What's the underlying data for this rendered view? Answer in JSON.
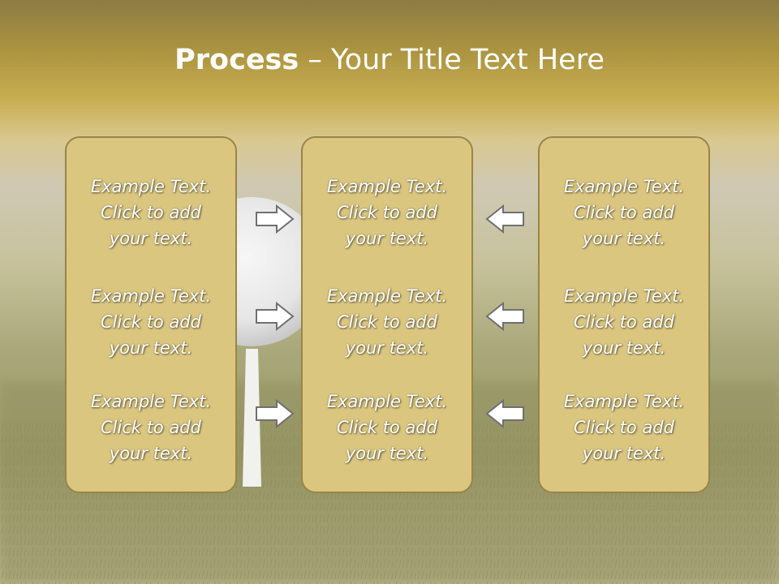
{
  "slide": {
    "title_bold": "Process",
    "title_rest": " – Your Title Text Here"
  },
  "columns": [
    {
      "items": [
        {
          "l1": "Example Text.",
          "l2": "Click  to add",
          "l3": "your text."
        },
        {
          "l1": "Example Text.",
          "l2": "Click  to add",
          "l3": "your text."
        },
        {
          "l1": "Example Text.",
          "l2": "Click  to add",
          "l3": "your text."
        }
      ]
    },
    {
      "items": [
        {
          "l1": "Example Text.",
          "l2": "Click  to add",
          "l3": "your text."
        },
        {
          "l1": "Example Text.",
          "l2": "Click  to add",
          "l3": "your text."
        },
        {
          "l1": "Example Text.",
          "l2": "Click  to add",
          "l3": "your text."
        }
      ]
    },
    {
      "items": [
        {
          "l1": "Example Text.",
          "l2": "Click  to add",
          "l3": "your text."
        },
        {
          "l1": "Example Text.",
          "l2": "Click  to add",
          "l3": "your text."
        },
        {
          "l1": "Example Text.",
          "l2": "Click  to add",
          "l3": "your text."
        }
      ]
    }
  ],
  "arrows": {
    "left_column": "right-arrow-icon",
    "right_column": "left-arrow-icon"
  },
  "colors": {
    "panel_fill": "#dac67f",
    "panel_border": "#9a8547",
    "title_band": "#c9ad52"
  }
}
